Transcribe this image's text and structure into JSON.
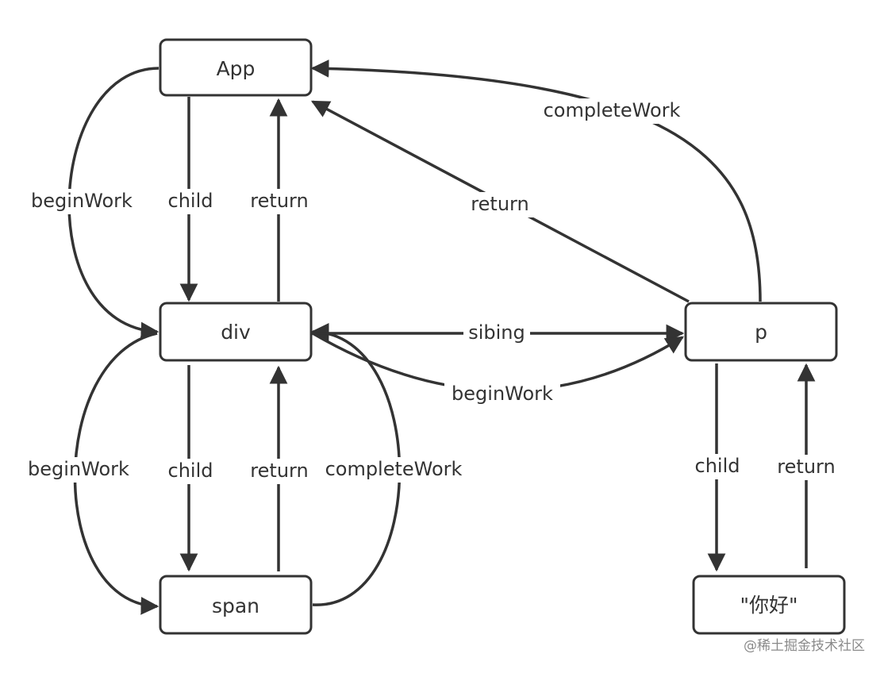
{
  "nodes": {
    "app": "App",
    "div": "div",
    "span": "span",
    "p": "p",
    "text": "\"你好\""
  },
  "edges": {
    "app_div_child": "child",
    "div_app_return": "return",
    "app_div_beginwork": "beginWork",
    "div_span_child": "child",
    "span_div_return": "return",
    "div_span_beginwork": "beginWork",
    "span_div_completework": "completeWork",
    "div_p_sibling": "sibing",
    "div_p_beginwork": "beginWork",
    "p_app_return": "return",
    "p_app_completework": "completeWork",
    "p_text_child": "child",
    "text_p_return": "return"
  },
  "watermark": "@稀土掘金技术社区"
}
